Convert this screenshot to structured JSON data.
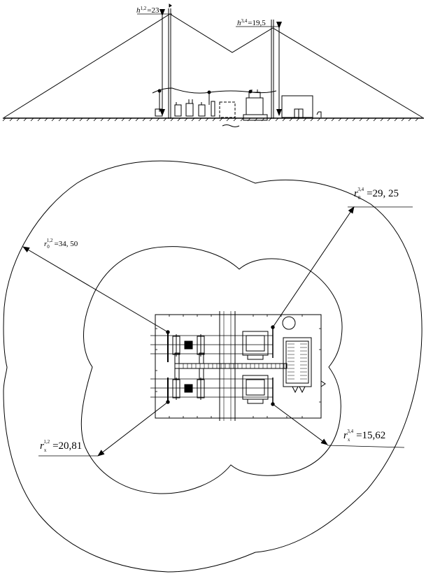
{
  "elevation": {
    "mast_1_2": {
      "symbol": "h",
      "sup": "1,2",
      "value": "=23"
    },
    "mast_3_4": {
      "symbol": "h",
      "sup": "3,4",
      "value": "=19,5"
    }
  },
  "plan": {
    "r0_1_2": {
      "symbol": "r",
      "sub": "0",
      "sup": "1,2",
      "value": "=34, 50"
    },
    "r0_3_4": {
      "symbol": "r",
      "sub": "0",
      "sup": "3,4",
      "value": "=29, 25"
    },
    "rx_1_2": {
      "symbol": "r",
      "sub": "x",
      "sup": "1,2",
      "value": "=20,81"
    },
    "rx_3_4": {
      "symbol": "r",
      "sub": "x",
      "sup": "3,4",
      "value": "=15,62"
    }
  },
  "colors": {
    "line": "#000000",
    "background": "#ffffff"
  }
}
